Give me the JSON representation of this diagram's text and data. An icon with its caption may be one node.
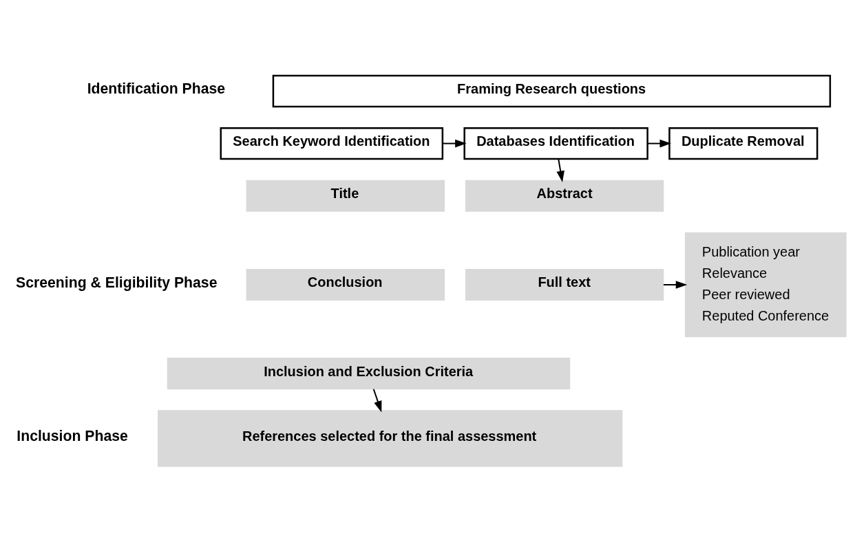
{
  "diagram": {
    "nodes": [
      {
        "text": [
          "Framing Research questions"
        ]
      },
      {
        "text": [
          "Search Keyword Identification"
        ]
      },
      {
        "text": [
          "Databases Identification"
        ]
      },
      {
        "text": [
          "Duplicate Removal"
        ]
      },
      {
        "text": [
          "Title"
        ]
      },
      {
        "text": [
          "Abstract"
        ]
      },
      {
        "text": [
          "Conclusion"
        ]
      },
      {
        "text": [
          "Full text"
        ]
      },
      {
        "text": [
          "Inclusion and Exclusion Criteria"
        ]
      },
      {
        "text": [
          "Publication year",
          "Relevance",
          "Peer reviewed",
          "Reputed Conference"
        ]
      },
      {
        "text": [
          "References selected for the final assessment"
        ]
      }
    ],
    "edges": [
      {
        "from": 1,
        "to": 2,
        "arrow": "to"
      },
      {
        "from": 2,
        "to": 3,
        "arrow": "to"
      },
      {
        "from": 2,
        "to": 5,
        "arrow": "to"
      },
      {
        "from": 7,
        "to": 9,
        "arrow": "to"
      },
      {
        "from": 8,
        "to": 10,
        "arrow": "to"
      }
    ],
    "labels": [
      "Identification Phase",
      "Screening & Eligibility Phase",
      "Inclusion Phase"
    ]
  }
}
